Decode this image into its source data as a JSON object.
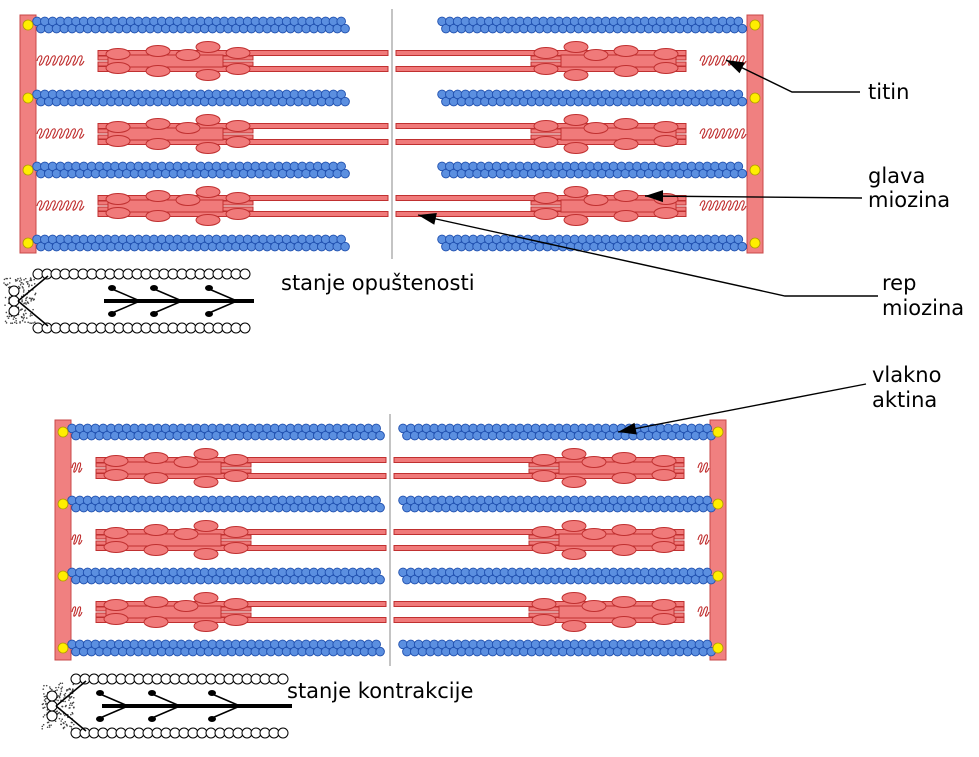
{
  "labels": {
    "titin": "titin",
    "myosin_head_line1": "glava",
    "myosin_head_line2": "miozina",
    "myosin_tail_line1": "rep",
    "myosin_tail_line2": "miozina",
    "actin_line1": "vlakno",
    "actin_line2": "aktina"
  },
  "captions": {
    "relaxed": "stanje opuštenosti",
    "contracted": "stanje kontrakcije"
  },
  "colors": {
    "z_disc": "#f08080",
    "z_disc_stroke": "#c84848",
    "myosin": "#f07a7a",
    "myosin_stroke": "#c03030",
    "actin": "#5b8fe0",
    "actin_stroke": "#1f4fae",
    "anchor": "#ffee00",
    "m_line": "#8a8a8a"
  }
}
